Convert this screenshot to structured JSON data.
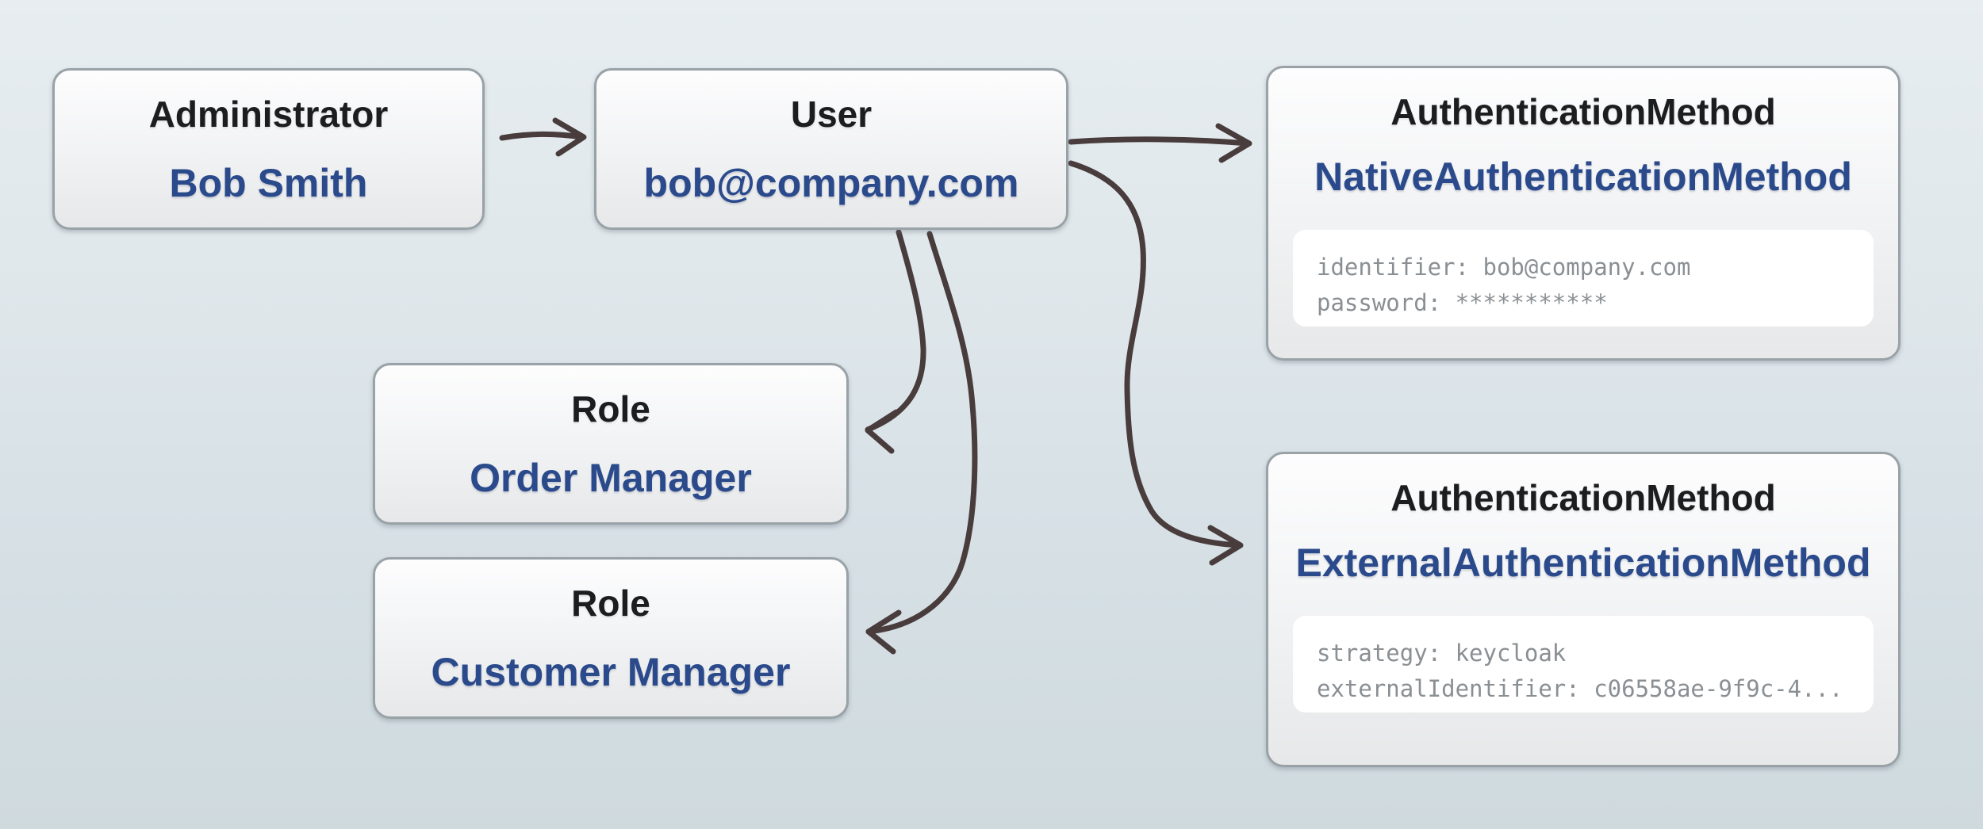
{
  "diagram": {
    "nodes": {
      "administrator": {
        "type": "Administrator",
        "value": "Bob Smith"
      },
      "user": {
        "type": "User",
        "value": "bob@company.com"
      },
      "native_auth": {
        "type": "AuthenticationMethod",
        "value": "NativeAuthenticationMethod",
        "attributes": [
          "identifier: bob@company.com",
          "password: ***********"
        ]
      },
      "order_role": {
        "type": "Role",
        "value": "Order Manager"
      },
      "customer_role": {
        "type": "Role",
        "value": "Customer Manager"
      },
      "external_auth": {
        "type": "AuthenticationMethod",
        "value": "ExternalAuthenticationMethod",
        "attributes": [
          "strategy: keycloak",
          "externalIdentifier: c06558ae-9f9c-4..."
        ]
      }
    },
    "edges": [
      {
        "from": "administrator",
        "to": "user"
      },
      {
        "from": "user",
        "to": "native_auth"
      },
      {
        "from": "user",
        "to": "external_auth"
      },
      {
        "from": "user",
        "to": "order_role"
      },
      {
        "from": "user",
        "to": "customer_role"
      }
    ]
  },
  "colors": {
    "background_top": "#e7edf0",
    "background_bottom": "#cfdade",
    "node_border": "#98a2a7",
    "node_fill_top": "#fdfdfe",
    "node_fill_bottom": "#e7e8e9",
    "title_text": "#1b1d1f",
    "value_text": "#2a4a8c",
    "attribute_text": "#8a8f93",
    "attribute_panel": "#ffffff",
    "arrow": "#493c3c"
  }
}
